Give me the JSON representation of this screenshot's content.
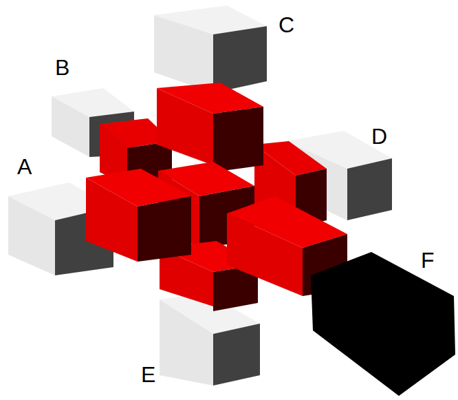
{
  "diagram": {
    "labels": [
      "C",
      "B",
      "D",
      "A",
      "F",
      "E"
    ]
  }
}
